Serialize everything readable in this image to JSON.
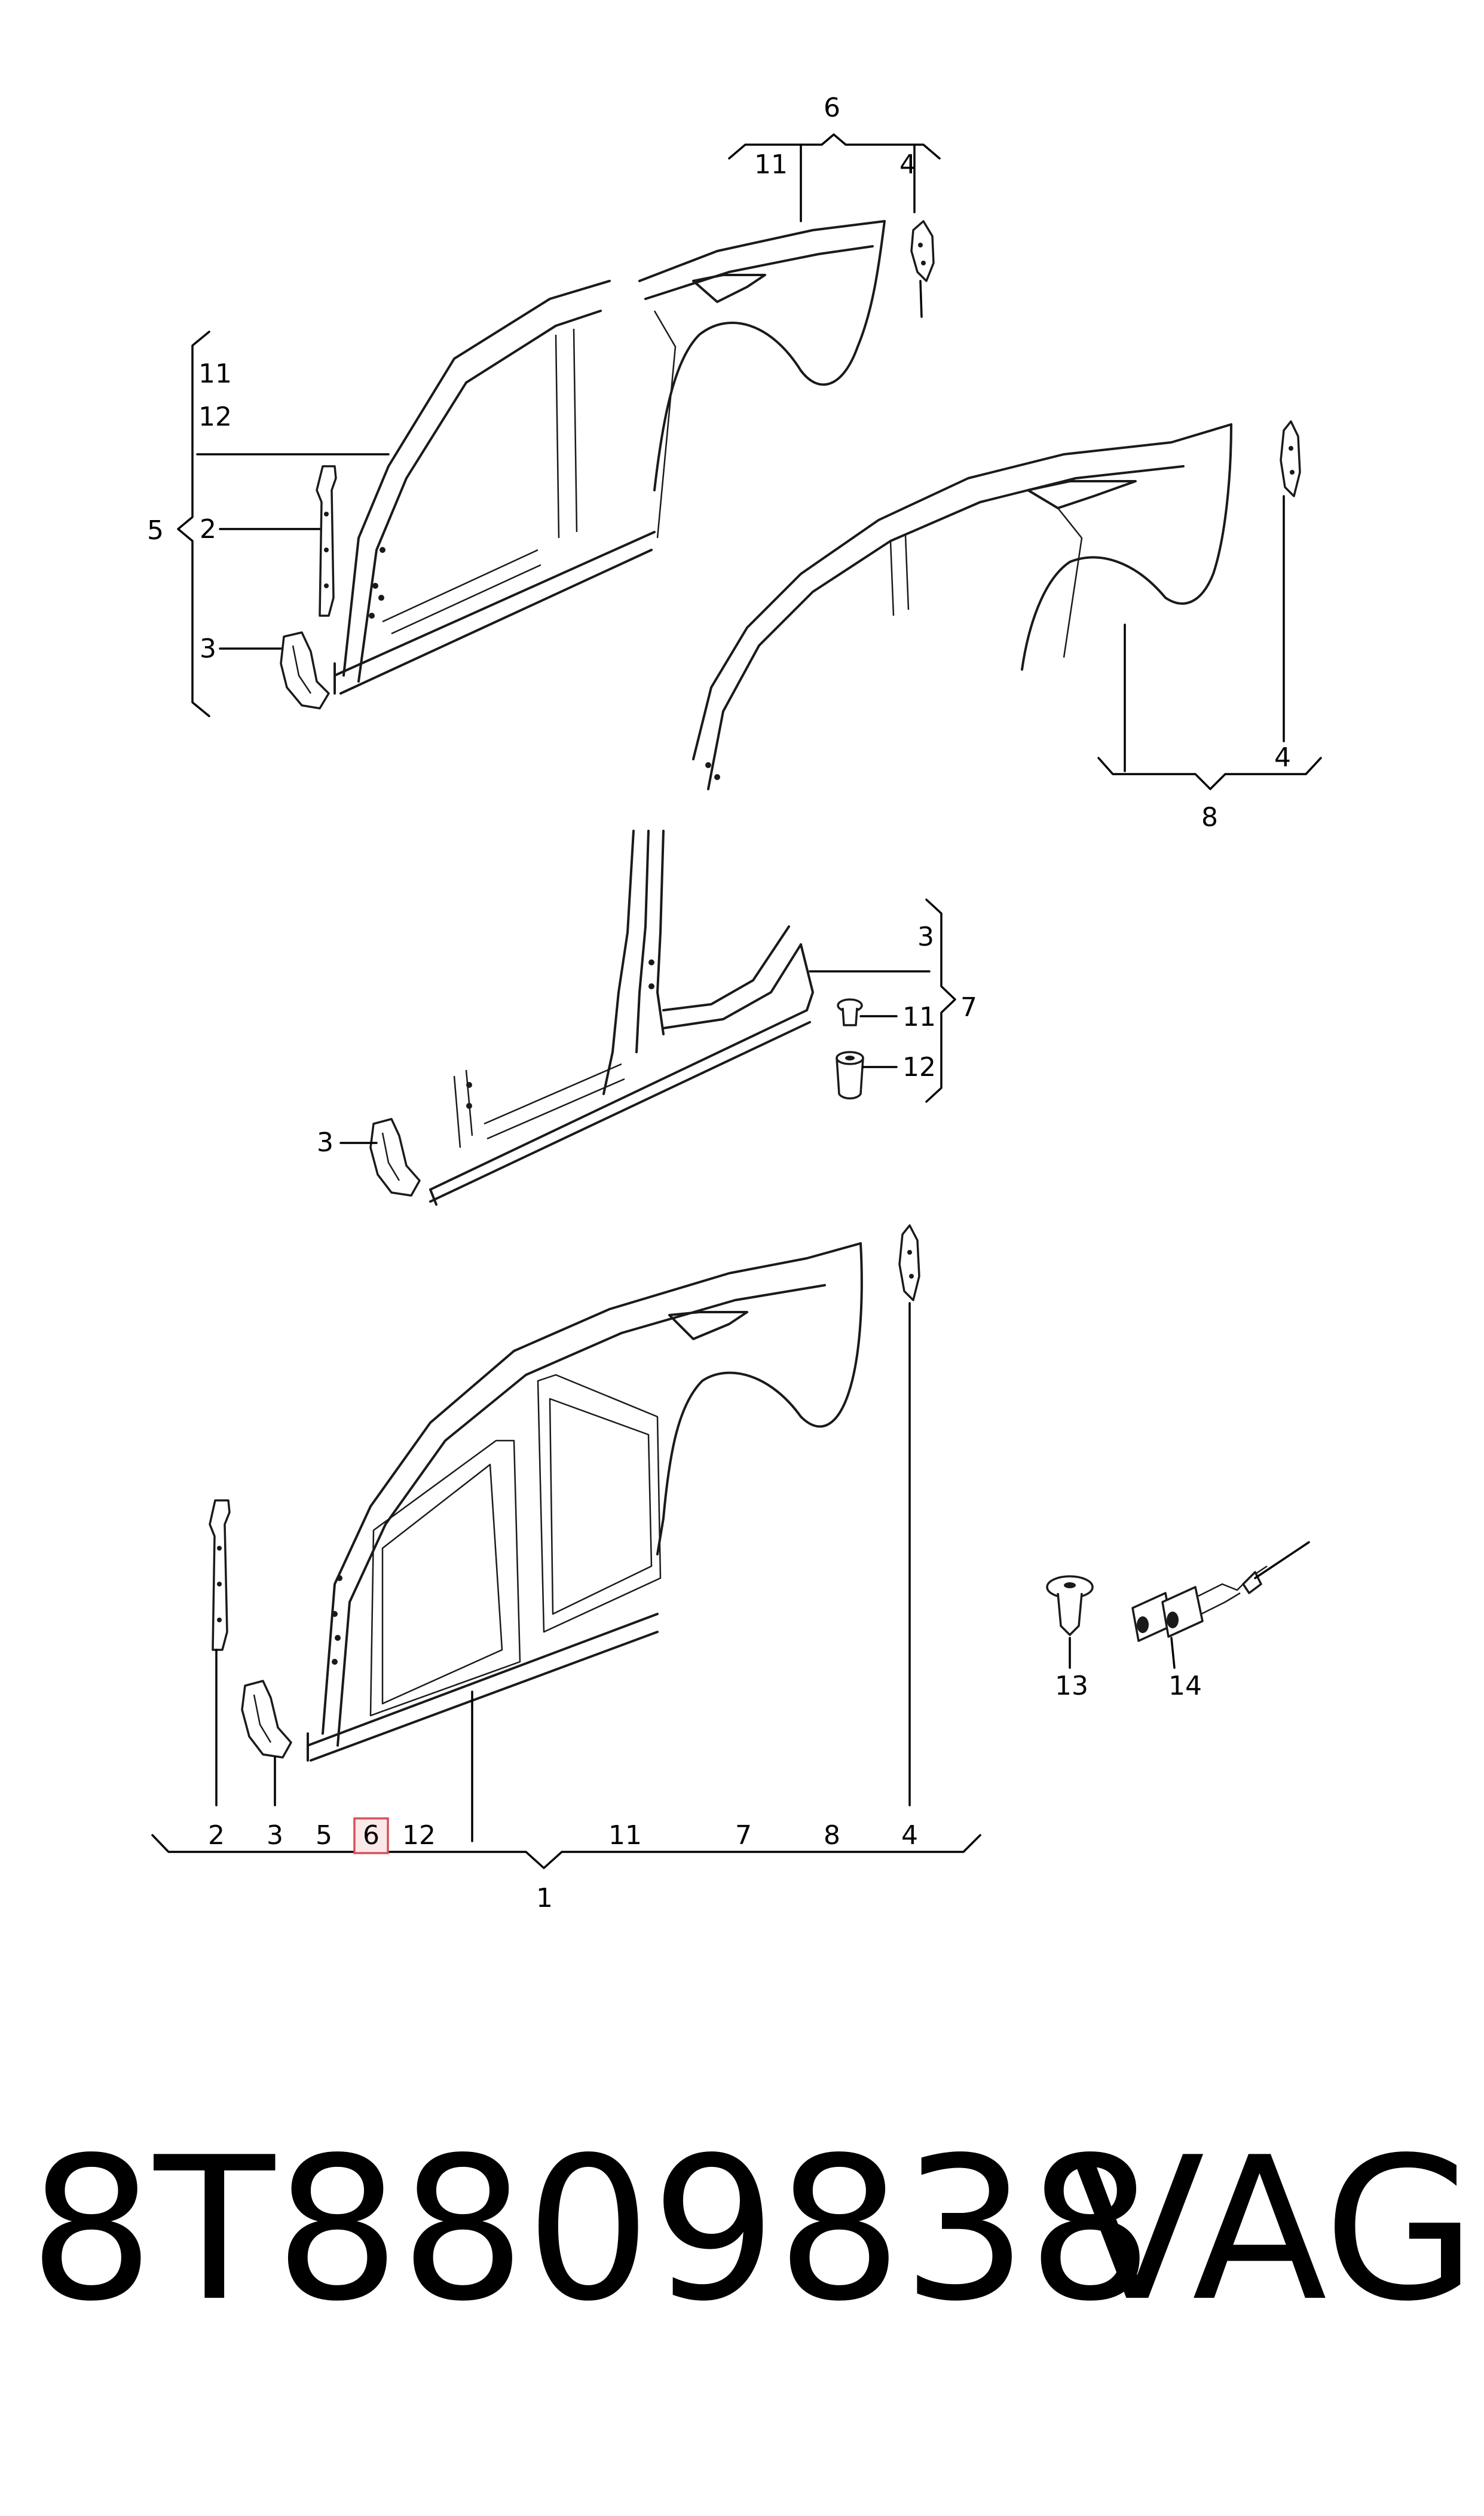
{
  "diagram": {
    "group_top_right": {
      "bracket_label": "6",
      "label_left": "11",
      "label_right": "4"
    },
    "group_top_left": {
      "bracket_label": "5",
      "labels_top": [
        "11",
        "12"
      ],
      "label_bracket_part": "2",
      "label_foot_part": "3"
    },
    "group_rear_panel": {
      "bracket_label": "8",
      "label_right": "4"
    },
    "group_sill": {
      "bracket_label": "7",
      "label_top": "3",
      "label_rivet": "11",
      "label_nut": "12",
      "label_foot_part": "3"
    },
    "group_side_panel": {
      "bracket_label": "1",
      "labels": [
        "2",
        "3",
        "5",
        "6",
        "12",
        "11",
        "7",
        "8",
        "4"
      ],
      "highlighted_label": "6"
    },
    "loose_parts": {
      "label_clip": "13",
      "label_sensor": "14"
    }
  },
  "footer": {
    "part_number": "8T8809838",
    "brand": "VAG"
  },
  "colors": {
    "line": "#000000",
    "highlight_fill": "#fbe9ea",
    "highlight_stroke": "#d8505a"
  }
}
